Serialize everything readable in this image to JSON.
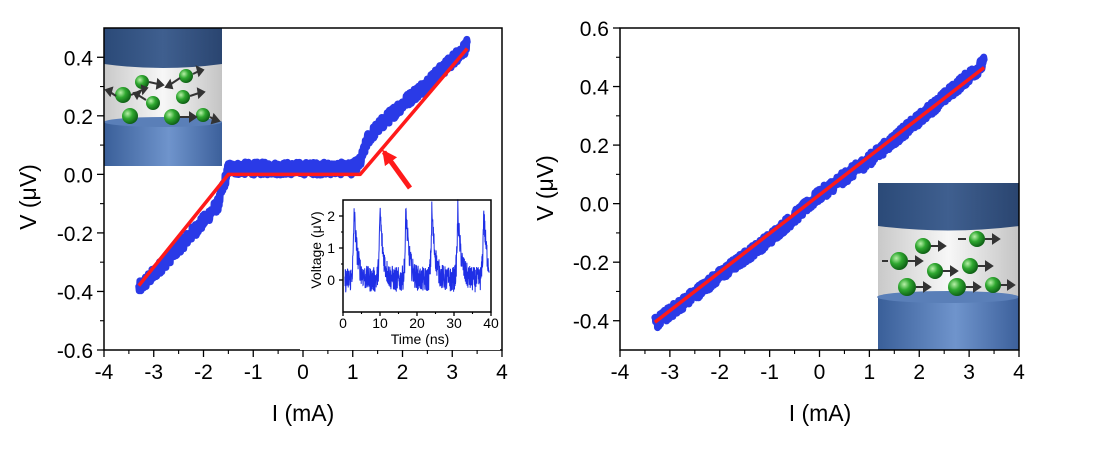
{
  "chart_data": [
    {
      "type": "line",
      "xlabel": "I (mA)",
      "ylabel": "V (μV)",
      "xlim": [
        -4,
        4
      ],
      "ylim": [
        -0.6,
        0.5
      ],
      "xticks": [
        -4,
        -3,
        -2,
        -1,
        0,
        1,
        2,
        3,
        4
      ],
      "yticks": [
        -0.6,
        -0.4,
        -0.2,
        0.0,
        0.2,
        0.4
      ],
      "xtick_labels": [
        "-4",
        "-3",
        "-2",
        "-1",
        "0",
        "1",
        "2",
        "3",
        "4"
      ],
      "ytick_labels": [
        "-0.6",
        "-0.4",
        "-0.2",
        "0.0",
        "0.2",
        "0.4"
      ],
      "series": [
        {
          "color": "#1f2fe6",
          "style": "measured-noisy",
          "x": [
            -3.3,
            -3.0,
            -2.5,
            -2.0,
            -1.7,
            -1.5,
            -1.0,
            0.0,
            1.0,
            1.15,
            1.3,
            1.5,
            2.0,
            2.5,
            3.0,
            3.3
          ],
          "y": [
            -0.39,
            -0.34,
            -0.25,
            -0.16,
            -0.1,
            0.02,
            0.02,
            0.02,
            0.02,
            0.04,
            0.12,
            0.16,
            0.24,
            0.31,
            0.39,
            0.44
          ]
        },
        {
          "color": "#ff1a1a",
          "style": "fit",
          "x": [
            -3.3,
            -1.5,
            -1.5,
            1.15,
            1.15,
            3.3
          ],
          "y": [
            -0.38,
            0.0,
            0.0,
            0.0,
            0.0,
            0.43
          ]
        }
      ],
      "annotation": {
        "type": "arrow",
        "color": "#ff1a1a"
      },
      "inset": {
        "type": "line",
        "xlabel": "Time (ns)",
        "ylabel": "Voltage (μV)",
        "xlim": [
          0,
          40
        ],
        "ylim": [
          -1,
          2.5
        ],
        "xticks": [
          0,
          10,
          20,
          30,
          40
        ],
        "yticks": [
          0,
          1,
          2
        ],
        "xtick_labels": [
          "0",
          "10",
          "20",
          "30",
          "40"
        ],
        "ytick_labels": [
          "0",
          "1",
          "2"
        ],
        "series": [
          {
            "color": "#1f2fe6",
            "pulse_times": [
              3,
              10,
              17,
              24,
              31,
              38
            ],
            "peak": 2.2,
            "baseline": 0
          }
        ]
      }
    },
    {
      "type": "line",
      "xlabel": "I (mA)",
      "ylabel": "V (μV)",
      "xlim": [
        -4,
        4
      ],
      "ylim": [
        -0.5,
        0.6
      ],
      "xticks": [
        -4,
        -3,
        -2,
        -1,
        0,
        1,
        2,
        3,
        4
      ],
      "yticks": [
        -0.4,
        -0.2,
        0.0,
        0.2,
        0.4,
        0.6
      ],
      "xtick_labels": [
        "-4",
        "-3",
        "-2",
        "-1",
        "0",
        "1",
        "2",
        "3",
        "4"
      ],
      "ytick_labels": [
        "-0.4",
        "-0.2",
        "0.0",
        "0.2",
        "0.4",
        "0.6"
      ],
      "series": [
        {
          "color": "#1f2fe6",
          "style": "measured-noisy",
          "x": [
            -3.3,
            -2.0,
            -1.0,
            0.0,
            1.0,
            2.0,
            3.3
          ],
          "y": [
            -0.41,
            -0.245,
            -0.12,
            0.03,
            0.15,
            0.29,
            0.48
          ]
        },
        {
          "color": "#ff1a1a",
          "style": "fit",
          "x": [
            -3.3,
            3.3
          ],
          "y": [
            -0.405,
            0.465
          ]
        }
      ]
    }
  ]
}
